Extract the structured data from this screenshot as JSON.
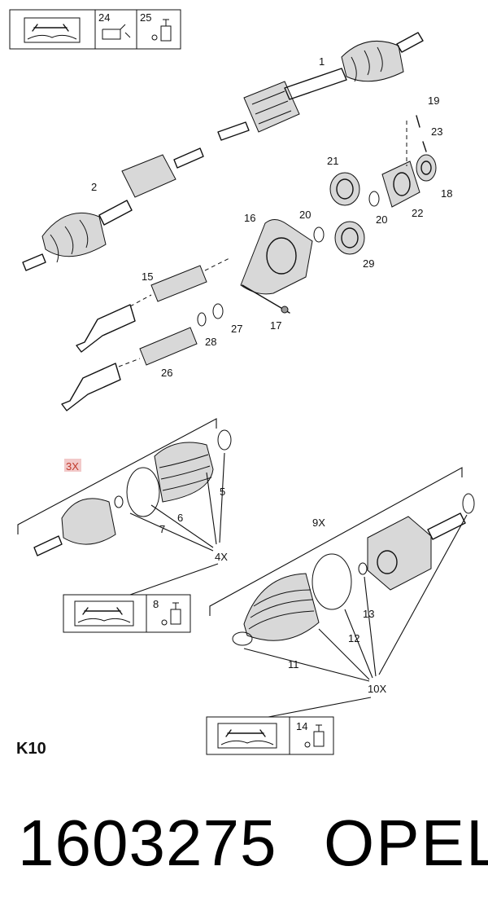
{
  "header_box": {
    "ref_a": "24",
    "ref_b": "25"
  },
  "callouts": {
    "p1": "1",
    "p2": "2",
    "p5": "5",
    "p6": "6",
    "p7": "7",
    "p11": "11",
    "p12": "12",
    "p13": "13",
    "p15": "15",
    "p16": "16",
    "p17": "17",
    "p18": "18",
    "p19": "19",
    "p20a": "20",
    "p20b": "20",
    "p21": "21",
    "p22": "22",
    "p23": "23",
    "p26": "26",
    "p27": "27",
    "p28": "28",
    "p29": "29"
  },
  "kits": {
    "outer_qty": "3X",
    "outer_group": "4X",
    "outer_ref": "8",
    "inner_qty": "9X",
    "inner_group": "10X",
    "inner_ref": "14"
  },
  "section_label": "K10",
  "part_number": "1603275",
  "brand": "OPEL"
}
